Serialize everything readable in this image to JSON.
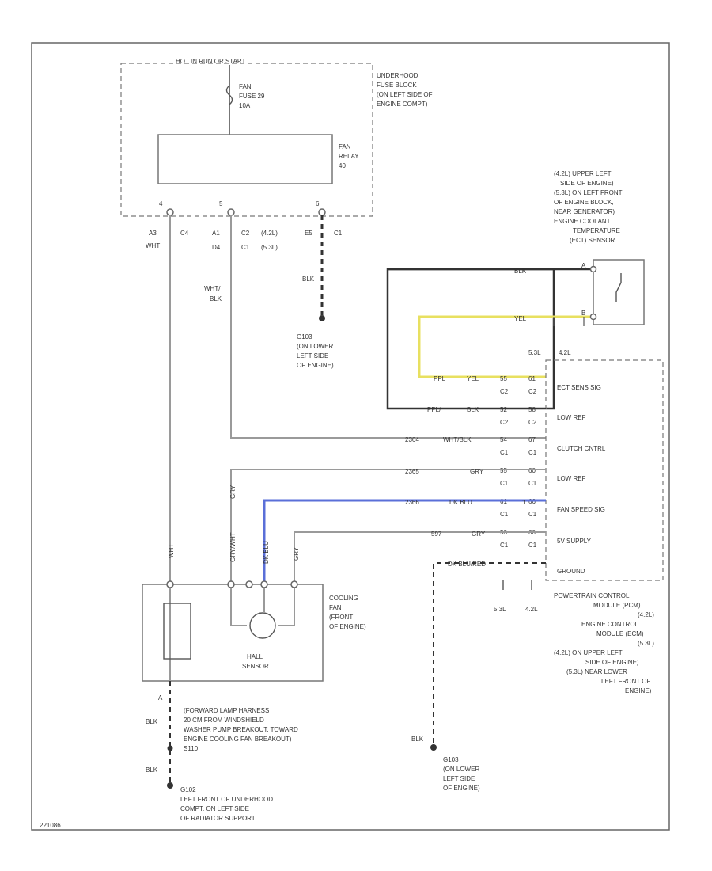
{
  "border": {
    "footer_code": "221086"
  },
  "fuse_block": {
    "hot": "HOT IN RUN OR START",
    "fuse_name": "FAN",
    "fuse_num": "FUSE 29",
    "fuse_amps": "10A",
    "location": [
      "UNDERHOOD",
      "FUSE BLOCK",
      "(ON LEFT SIDE OF",
      "ENGINE COMPT)"
    ]
  },
  "relay": {
    "lines": [
      "FAN",
      "RELAY",
      "40"
    ],
    "pins": [
      "4",
      "5",
      "6"
    ]
  },
  "connectors": {
    "a3": "A3",
    "c4": "C4",
    "a1": "A1",
    "c2": "C2",
    "d4": "D4",
    "c1": "C1",
    "e5": "E5",
    "c1b": "C1",
    "l42": "(4.2L)",
    "l53": "(5.3L)"
  },
  "wires": {
    "wht": "WHT",
    "blk": "BLK",
    "wht_blk": [
      "WHT/",
      "BLK"
    ],
    "blk_top": "BLK",
    "yel_top": "YEL",
    "ppl": "PPL",
    "yel_mid": "YEL",
    "ppl2": "PPL/",
    "blk2": "BLK",
    "c2364": "2364",
    "wht_blk2": "WHT/BLK",
    "c2365": "2365",
    "gry": "GRY",
    "c2366": "2366",
    "dk_blu": "DK BLU",
    "c1": "1",
    "c597": "597",
    "gry2": "GRY",
    "dk_blu_red": "DK BLU/RED",
    "v_gry": "GRY",
    "v_gry_wht": "GRY/WHT",
    "v_dk_blu": "DK BLU",
    "v_gry2": "GRY",
    "blk_bottom1": "BLK",
    "blk_bottom2": "BLK",
    "blk_right": "BLK"
  },
  "ground_g103": [
    "G103",
    "(ON LOWER",
    "LEFT SIDE",
    "OF ENGINE)"
  ],
  "ground_g103b": [
    "G103",
    "(ON LOWER",
    "LEFT SIDE",
    "OF ENGINE)"
  ],
  "ground_g102": [
    "G102",
    "LEFT FRONT OF UNDERHOOD",
    "COMPT. ON LEFT SIDE",
    "OF RADIATOR SUPPORT"
  ],
  "ect": {
    "text": [
      "(4.2L) UPPER LEFT",
      "SIDE OF ENGINE)",
      "(5.3L) ON LEFT FRONT",
      "OF ENGINE BLOCK,",
      "NEAR GENERATOR)",
      "ENGINE COOLANT",
      "TEMPERATURE",
      "(ECT) SENSOR"
    ],
    "pins": [
      "A",
      "B"
    ]
  },
  "pcm": {
    "engine_cols": [
      "5.3L",
      "4.2L"
    ],
    "pins_left": [
      [
        "55",
        "C2"
      ],
      [
        "52",
        "C2"
      ],
      [
        "54",
        "C1"
      ],
      [
        "55",
        "C1"
      ],
      [
        "61",
        "C1"
      ],
      [
        "53",
        "C1"
      ],
      [
        "",
        ""
      ]
    ],
    "pins_right": [
      [
        "",
        ""
      ],
      [
        "",
        ""
      ],
      [
        "",
        ""
      ],
      [
        "",
        ""
      ],
      [
        "",
        ""
      ],
      [
        "",
        ""
      ],
      [
        "",
        ""
      ]
    ],
    "signals": [
      "ECT SENS SIG",
      "LOW REF",
      "CLUTCH CNTRL",
      "LOW REF",
      "FAN SPEED SIG",
      "5V SUPPLY",
      "GROUND"
    ],
    "bottom_labels": [
      "5.3L",
      "4.2L"
    ],
    "title": [
      "POWERTRAIN CONTROL",
      "MODULE (PCM)",
      "(4.2L)",
      "ENGINE CONTROL",
      "MODULE (ECM)",
      "(5.3L)",
      "(4.2L) ON UPPER LEFT",
      "SIDE OF ENGINE)",
      "(5.3L) NEAR LOWER",
      "LEFT FRONT OF",
      "ENGINE)"
    ]
  },
  "fan": {
    "label": [
      "COOLING",
      "FAN",
      "(FRONT",
      "OF ENGINE)"
    ],
    "sensor": [
      "HALL",
      "SENSOR"
    ]
  },
  "harness": {
    "pin": "A",
    "text": [
      "(FORWARD LAMP HARNESS",
      "20 CM FROM WINDSHIELD",
      "WASHER PUMP BREAKOUT, TOWARD",
      "ENGINE COOLING FAN BREAKOUT)",
      "S110"
    ]
  },
  "colors": {
    "yellow": "#e8e060",
    "blue": "#5a6fd8",
    "wire": "#9a9a9a",
    "ink": "#333333"
  }
}
